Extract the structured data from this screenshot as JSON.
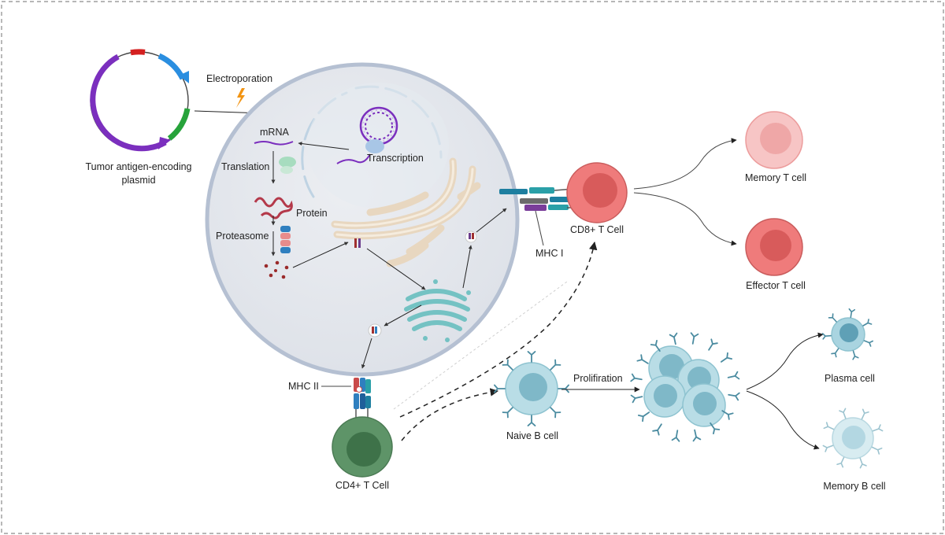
{
  "labels": {
    "electroporation": "Electroporation",
    "plasmid_line1": "Tumor antigen-encoding",
    "plasmid_line2": "plasmid",
    "mrna": "mRNA",
    "transcription": "Transcription",
    "translation": "Translation",
    "protein": "Protein",
    "proteasome": "Proteasome",
    "mhc1": "MHC I",
    "mhc2": "MHC II",
    "cd8": "CD8+ T Cell",
    "cd4": "CD4+ T Cell",
    "memory_t": "Memory T cell",
    "effector_t": "Effector T cell",
    "naive_b": "Naive B cell",
    "proliferation": "Prolifiration",
    "plasma": "Plasma cell",
    "memory_b": "Memory B cell"
  },
  "colors": {
    "plasmid_purple": "#7b2fbe",
    "plasmid_blue": "#2a8ee0",
    "plasmid_red": "#d42020",
    "plasmid_green": "#27a33b",
    "cell_fill": "#e3e6ec",
    "cell_border": "#b5c0d2",
    "cd8_red": "#ef7b7b",
    "memory_t_pink": "#f7c5c5",
    "cd4_green": "#5e9468",
    "b_cell_blue": "#9fcfdc",
    "golgi_teal": "#74c2c3",
    "er_beige": "#e8d7c0",
    "bolt_orange": "#f29412"
  }
}
